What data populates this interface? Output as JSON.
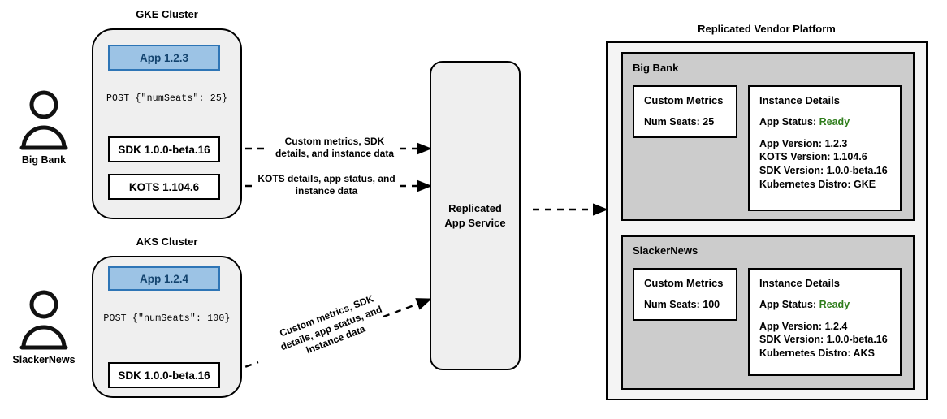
{
  "diagram": {
    "title_gke": "GKE Cluster",
    "title_aks": "AKS Cluster",
    "title_platform": "Replicated Vendor Platform"
  },
  "personas": [
    {
      "id": "big-bank",
      "label": "Big Bank",
      "icon": "user-icon"
    },
    {
      "id": "slackernews",
      "label": "SlackerNews",
      "icon": "user-icon"
    }
  ],
  "gke_cluster": {
    "title": "GKE Cluster",
    "app": "App 1.2.3",
    "post": "POST {\"numSeats\": 25}",
    "sdk": "SDK 1.0.0-beta.16",
    "kots": "KOTS 1.104.6"
  },
  "aks_cluster": {
    "title": "AKS Cluster",
    "app": "App 1.2.4",
    "post": "POST {\"numSeats\": 100}",
    "sdk": "SDK 1.0.0-beta.16"
  },
  "service": {
    "label": "Replicated\nApp Service"
  },
  "edges": [
    {
      "id": "sdk-to-service",
      "label": "Custom metrics, SDK\ndetails, and instance data"
    },
    {
      "id": "kots-to-service",
      "label": "KOTS details, app status, and\ninstance data"
    },
    {
      "id": "aks-sdk-to-service",
      "label": "Custom metrics, SDK\ndetails, app status, and\ninstance data"
    }
  ],
  "platform": {
    "title": "Replicated Vendor Platform",
    "tenants": [
      {
        "name": "Big Bank",
        "metrics": {
          "title": "Custom Metrics",
          "lines": [
            "Num Seats: 25"
          ]
        },
        "instance": {
          "title": "Instance Details",
          "status_label": "App Status:",
          "status_value": "Ready",
          "lines": [
            "App Version: 1.2.3",
            "KOTS Version: 1.104.6",
            "SDK Version: 1.0.0-beta.16",
            "Kubernetes Distro: GKE"
          ]
        }
      },
      {
        "name": "SlackerNews",
        "metrics": {
          "title": "Custom Metrics",
          "lines": [
            "Num Seats: 100"
          ]
        },
        "instance": {
          "title": "Instance Details",
          "status_label": "App Status:",
          "status_value": "Ready",
          "lines": [
            "App Version: 1.2.4",
            "SDK Version: 1.0.0-beta.16",
            "Kubernetes Distro: AKS"
          ]
        }
      }
    ]
  },
  "colors": {
    "app_fill": "#9cc3e5",
    "app_border": "#2e75b6",
    "app_text": "#14446f",
    "cluster_fill": "#efefef",
    "tenant_fill": "#cccccc",
    "platform_fill": "#f4f4f4",
    "status_ready": "#2f7d1c",
    "stroke": "#000000"
  }
}
